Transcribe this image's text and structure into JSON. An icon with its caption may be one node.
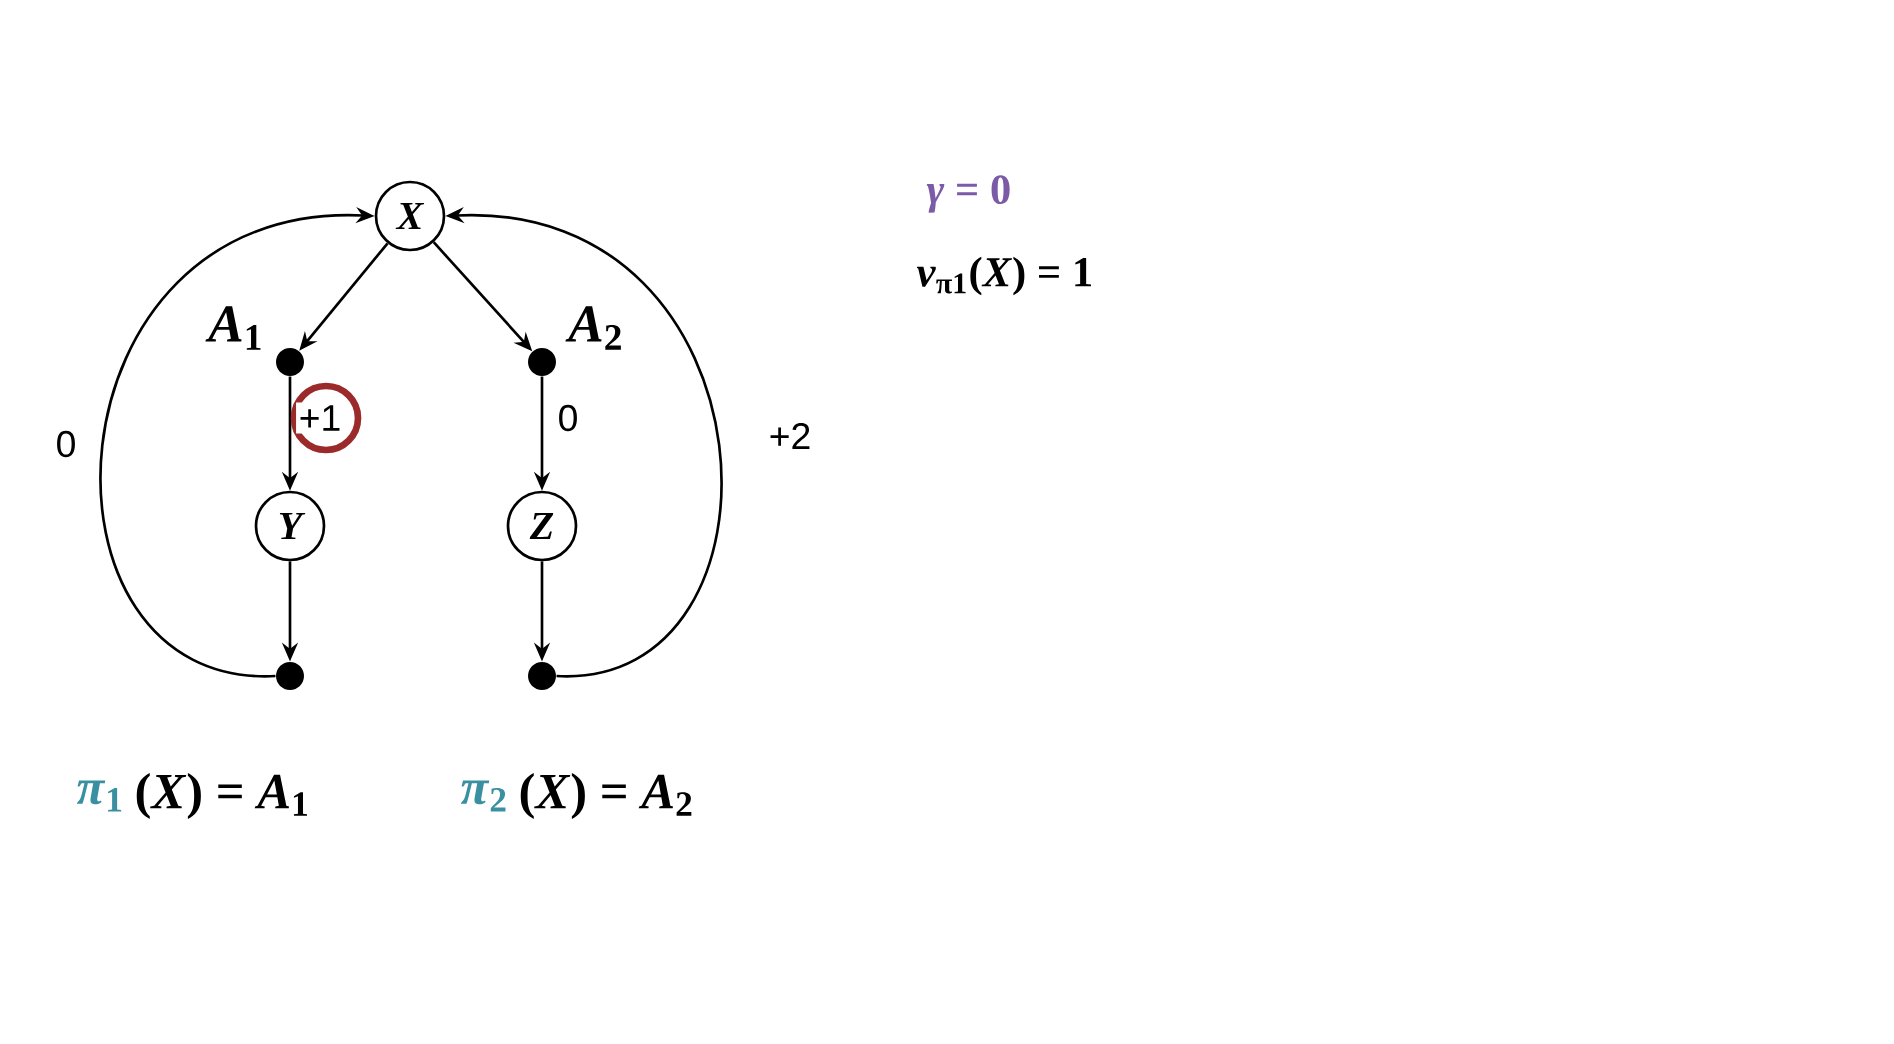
{
  "diagram": {
    "nodes": [
      {
        "text": [
          "X"
        ]
      },
      {
        "text": [],
        "shape": "circle",
        "beside": [
          "*A*$_{1}$"
        ]
      },
      {
        "text": [],
        "shape": "circle",
        "beside": [
          "*A*$_{2}$"
        ]
      },
      {
        "text": [
          "Y"
        ]
      },
      {
        "text": [
          "Z"
        ]
      },
      {
        "text": [],
        "shape": "circle"
      },
      {
        "text": [],
        "shape": "circle"
      }
    ],
    "edges": [
      {
        "from": 0,
        "to": 1,
        "arrow": "to"
      },
      {
        "from": 0,
        "to": 2,
        "arrow": "to"
      },
      {
        "from": 1,
        "to": 3,
        "arrow": "to",
        "label": "+1"
      },
      {
        "from": 2,
        "to": 4,
        "arrow": "to",
        "label": "0"
      },
      {
        "from": 3,
        "to": 5,
        "arrow": "to"
      },
      {
        "from": 4,
        "to": 6,
        "arrow": "to"
      },
      {
        "from": 5,
        "to": 0,
        "arrow": "to",
        "label": "0"
      },
      {
        "from": 6,
        "to": 0,
        "arrow": "to",
        "label": "+2"
      }
    ],
    "labels": [
      "*γ* = 0",
      "*v*$_{π1}$(*X*) = 1",
      "*π*$_{1}$",
      "(*X*) = *A*$_{1}$",
      "*π*$_{2}$",
      "(*X*) = *A*$_{2}$"
    ]
  }
}
